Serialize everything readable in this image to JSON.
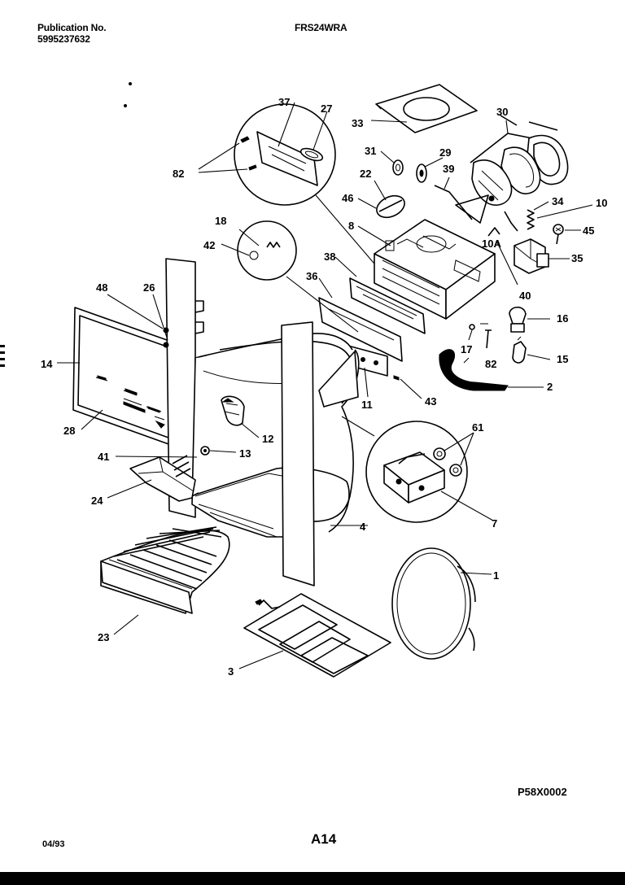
{
  "header": {
    "publication_label": "Publication No.",
    "publication_number": "5995237632",
    "model": "FRS24WRA"
  },
  "footer": {
    "date": "04/93",
    "page": "A14",
    "diagram_code": "P58X0002"
  },
  "callouts": [
    "37",
    "27",
    "30",
    "33",
    "31",
    "29",
    "39",
    "82",
    "22",
    "46",
    "8",
    "34",
    "10",
    "45",
    "18",
    "42",
    "38",
    "36",
    "10A",
    "35",
    "40",
    "48",
    "26",
    "16",
    "17",
    "82",
    "15",
    "14",
    "2",
    "11",
    "43",
    "28",
    "12",
    "61",
    "41",
    "13",
    "24",
    "7",
    "4",
    "1",
    "23",
    "3"
  ]
}
